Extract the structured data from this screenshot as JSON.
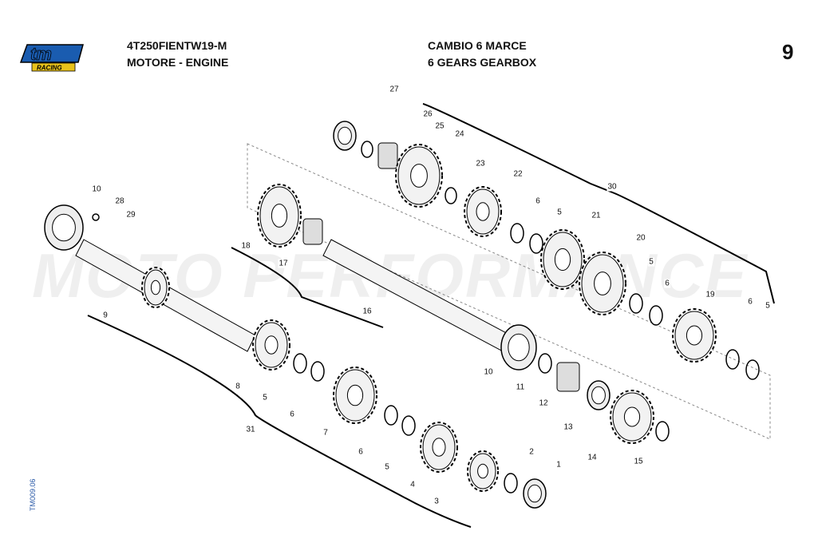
{
  "header": {
    "logo_text": "tm",
    "logo_sub": "RACING",
    "model_code": "4T250FIENTW19-M",
    "section_it_en": "MOTORE - ENGINE",
    "group_it": "CAMBIO 6 MARCE",
    "group_en": "6 GEARS GEARBOX",
    "page_number": "9"
  },
  "footer": {
    "drawing_code": "TM009.06"
  },
  "watermark": "MOTO PERFORMANCE",
  "callouts": [
    "27",
    "26",
    "25",
    "24",
    "23",
    "22",
    "6",
    "5",
    "21",
    "20",
    "5",
    "6",
    "19",
    "6",
    "5",
    "30",
    "10",
    "28",
    "29",
    "18",
    "17",
    "9",
    "16",
    "8",
    "5",
    "6",
    "7",
    "31",
    "6",
    "5",
    "4",
    "3",
    "2",
    "1",
    "10",
    "11",
    "12",
    "13",
    "14",
    "15"
  ],
  "colors": {
    "logo_blue": "#1a5cb0",
    "logo_gold": "#e8c21a",
    "code_blue": "#2a5aa8"
  }
}
